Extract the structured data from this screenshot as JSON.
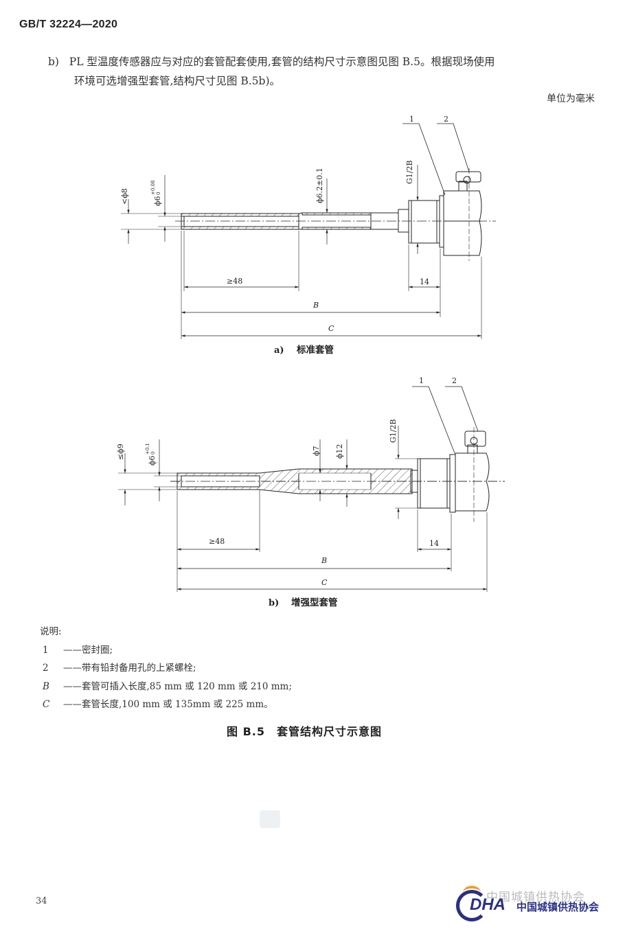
{
  "header": {
    "standard": "GB/T 32224—2020"
  },
  "paragraph": {
    "marker": "b)",
    "line1": "PL 型温度传感器应与对应的套管配套使用,套管的结构尺寸示意图见图 B.5。根据现场使用",
    "line2": "环境可选增强型套管,结构尺寸见图 B.5b)。"
  },
  "unit_note": "单位为毫米",
  "figure_a": {
    "caption_marker": "a)",
    "caption": "标准套管",
    "labels": {
      "callout1": "1",
      "callout2": "2",
      "thread": "G1/2B",
      "dia_outer": "<ϕ8",
      "dia_inner": "ϕ6",
      "dia_inner_tol_upper": "+0.08",
      "dia_inner_tol_lower": "0",
      "dia_mid": "ϕ6.2±0.1",
      "min_len": "≥48",
      "len14": "14",
      "B": "B",
      "C": "C"
    }
  },
  "figure_b": {
    "caption_marker": "b)",
    "caption": "增强型套管",
    "labels": {
      "callout1": "1",
      "callout2": "2",
      "thread": "G1/2B",
      "dia_outer": "≤ϕ9",
      "dia_inner": "ϕ6",
      "dia_inner_tol_upper": "+0.1",
      "dia_inner_tol_lower": "0",
      "dia_7": "ϕ7",
      "dia_12": "ϕ12",
      "min_len": "≥48",
      "len14": "14",
      "B": "B",
      "C": "C"
    }
  },
  "legend": {
    "title": "说明:",
    "items": [
      {
        "key": "1",
        "text": "——密封圈;"
      },
      {
        "key": "2",
        "text": "——带有铅封备用孔的上紧螺栓;"
      },
      {
        "key": "B",
        "text": "——套管可插入长度,85 mm 或 120 mm 或 210 mm;"
      },
      {
        "key": "C",
        "text": "——套管长度,100 mm 或 135mm 或 225 mm。"
      }
    ]
  },
  "figure_title": "图 B.5　套管结构尺寸示意图",
  "page_number": "34",
  "logo": {
    "abbr": "CDHA",
    "org_name": "中国城镇供热协会"
  }
}
